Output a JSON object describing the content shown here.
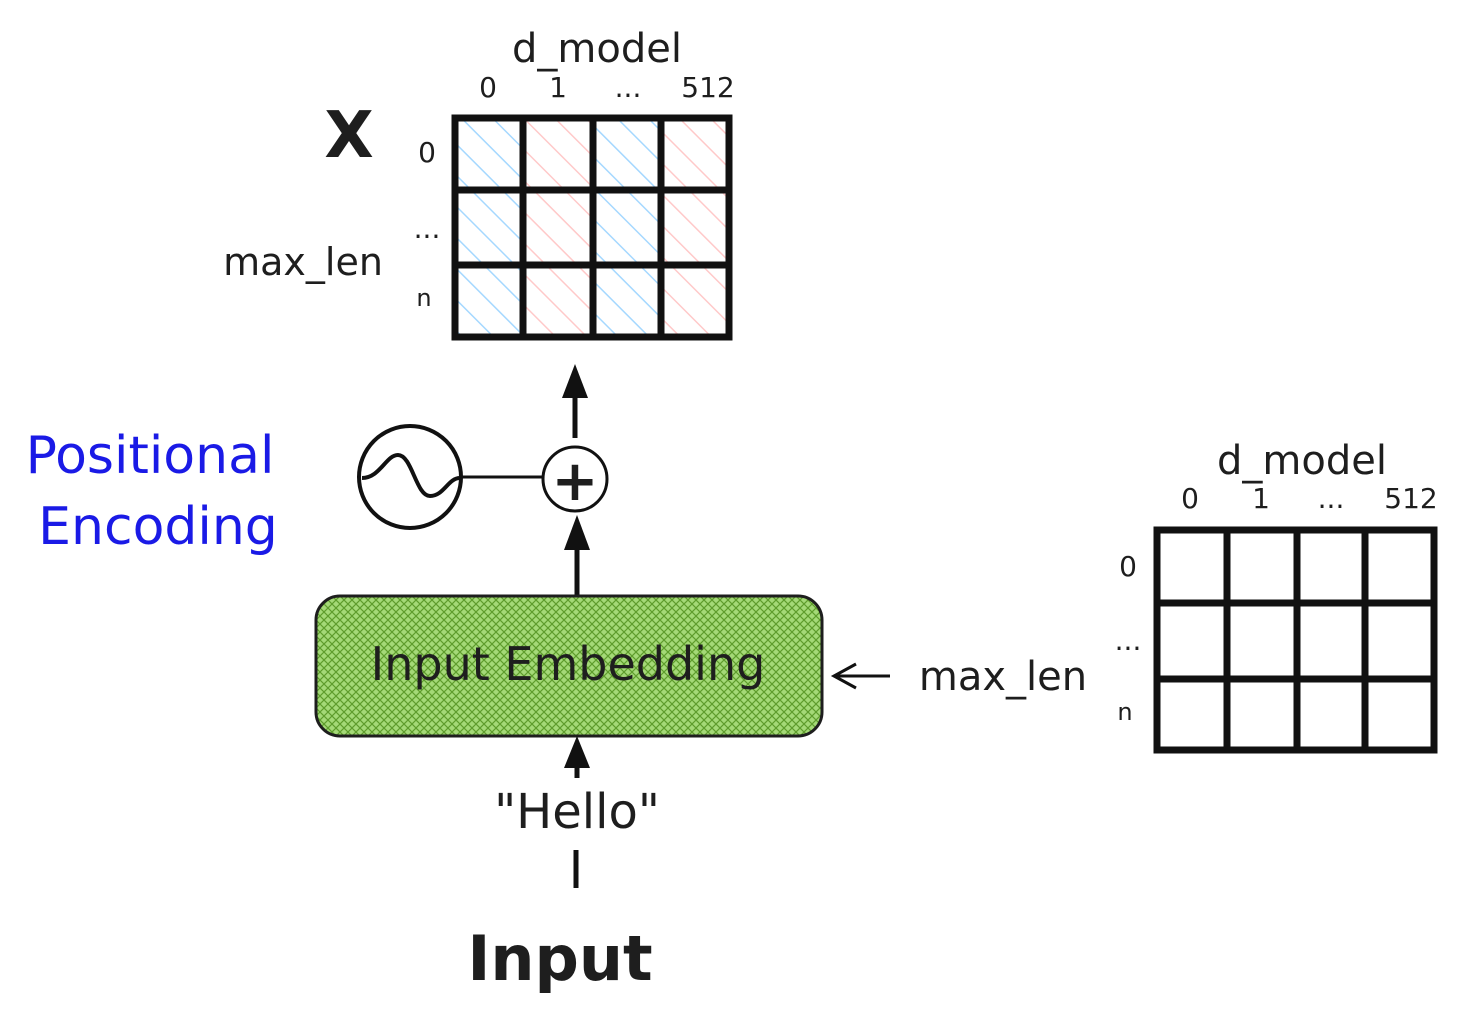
{
  "top_matrix": {
    "symbol": "X",
    "col_title": "d_model",
    "col_labels": [
      "0",
      "1",
      "...",
      "512"
    ],
    "row_title": "max_len",
    "row_labels": [
      "0",
      "...",
      "n"
    ],
    "col_colors": [
      "#a5d8ff",
      "#ffc9c9",
      "#a5d8ff",
      "#ffc9c9"
    ]
  },
  "side_matrix": {
    "col_title": "d_model",
    "col_labels": [
      "0",
      "1",
      "...",
      "512"
    ],
    "row_labels": [
      "0",
      "...",
      "n"
    ]
  },
  "positional_encoding": {
    "line1": "Positional",
    "line2": "Encoding",
    "color": "#1a1ae6"
  },
  "add_symbol": "+",
  "embedding": {
    "label": "Input Embedding",
    "fill": "#8ccc52",
    "hatch": "#5e9c2c"
  },
  "side_label": "max_len",
  "token": "\"Hello\"",
  "input_label": "Input"
}
